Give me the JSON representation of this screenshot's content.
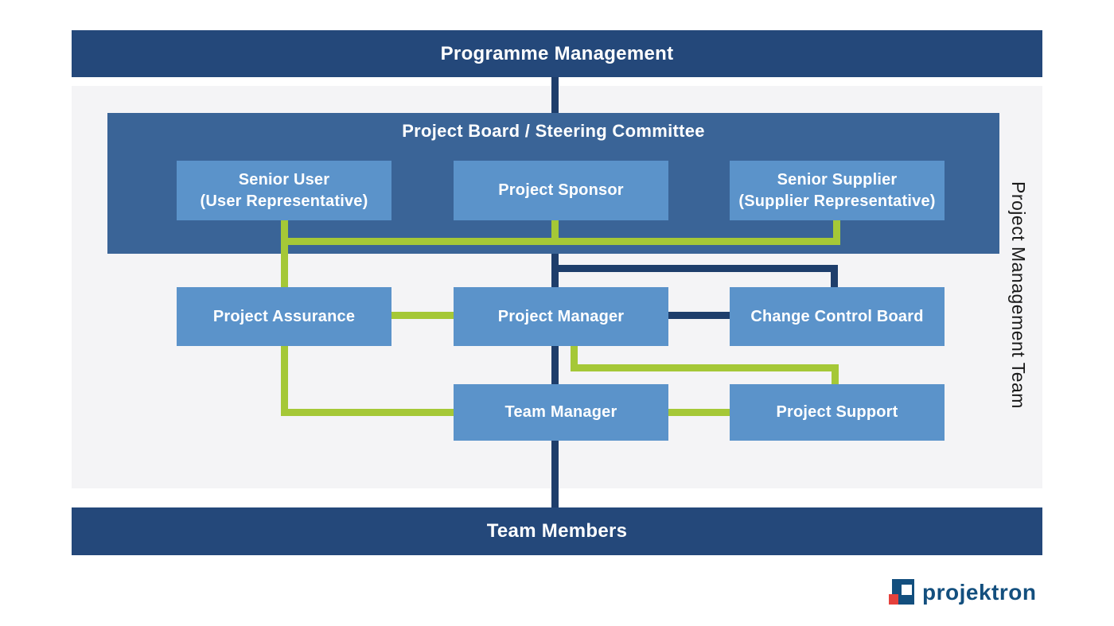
{
  "palette": {
    "bar_blue": "#24487A",
    "board_blue": "#3A6497",
    "node_blue": "#5B93CA",
    "connector_navy": "#1E3E6B",
    "connector_green": "#A5C837",
    "panel_gray": "#F4F4F6",
    "side_label_text": "#1A1A1A",
    "logo_blue": "#134F7E",
    "logo_red": "#E5413C"
  },
  "top_bar": {
    "label": "Programme Management"
  },
  "bottom_bar": {
    "label": "Team Members"
  },
  "panel": {
    "side_label": "Project Management Team"
  },
  "board": {
    "title": "Project Board / Steering Committee",
    "nodes": [
      {
        "line1": "Senior User",
        "line2": "(User Representative)"
      },
      {
        "line1": "Project Sponsor",
        "line2": ""
      },
      {
        "line1": "Senior Supplier",
        "line2": "(Supplier Representative)"
      }
    ]
  },
  "rows": {
    "management": [
      "Project Assurance",
      "Project Manager",
      "Change Control Board"
    ],
    "delivery": [
      "Team Manager",
      "Project Support"
    ]
  },
  "connections": [
    {
      "from": "Programme Management",
      "to": "Project Board / Steering Committee",
      "color": "navy"
    },
    {
      "from": "Senior User (User Representative)",
      "to": "Project Sponsor",
      "color": "green"
    },
    {
      "from": "Project Sponsor",
      "to": "Senior Supplier (Supplier Representative)",
      "color": "green"
    },
    {
      "from": "Senior User (User Representative)",
      "to": "Project Assurance",
      "color": "green"
    },
    {
      "from": "Project Board / Steering Committee",
      "to": "Project Manager",
      "color": "navy"
    },
    {
      "from": "Project Board / Steering Committee",
      "to": "Change Control Board",
      "color": "navy"
    },
    {
      "from": "Project Assurance",
      "to": "Project Manager",
      "color": "green"
    },
    {
      "from": "Project Manager",
      "to": "Change Control Board",
      "color": "navy"
    },
    {
      "from": "Project Manager",
      "to": "Project Support",
      "color": "green"
    },
    {
      "from": "Project Assurance",
      "to": "Team Manager",
      "color": "green"
    },
    {
      "from": "Project Manager",
      "to": "Team Manager",
      "color": "navy"
    },
    {
      "from": "Team Manager",
      "to": "Project Support",
      "color": "green"
    },
    {
      "from": "Team Manager",
      "to": "Team Members",
      "color": "navy"
    }
  ],
  "logo": {
    "text": "projektron"
  }
}
